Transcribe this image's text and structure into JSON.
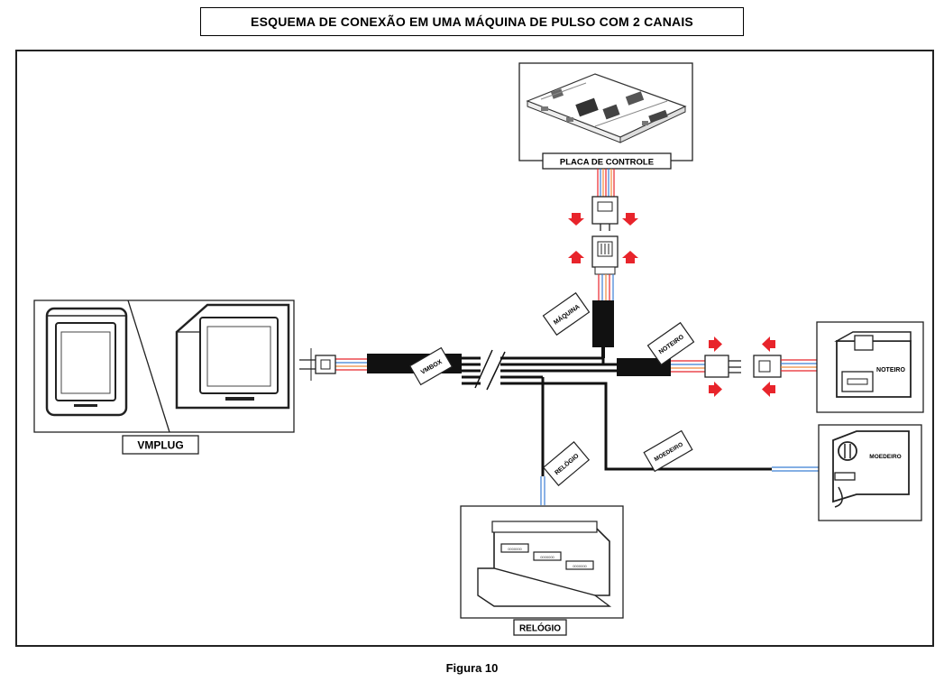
{
  "title": "ESQUEMA DE CONEXÃO EM UMA MÁQUINA DE PULSO COM 2 CANAIS",
  "caption": "Figura 10",
  "components": {
    "placa": "PLACA DE CONTROLE",
    "vmplug": "VMPLUG",
    "noteiro": "NOTEIRO",
    "moedeiro": "MOEDEIRO",
    "relogio": "RELÓGIO"
  },
  "cable_tags": {
    "maquina": "MÁQUINA",
    "vmbox": "VMBOX",
    "noteiro": "NOTEIRO",
    "relogio": "RELÓGIO",
    "moedeiro": "MOEDEIRO"
  },
  "colors": {
    "arrow": "#e8242b",
    "cable": "#111111",
    "wire_red": "#e8242b",
    "wire_blue": "#3b7fd4",
    "wire_orange": "#f08a3c"
  }
}
